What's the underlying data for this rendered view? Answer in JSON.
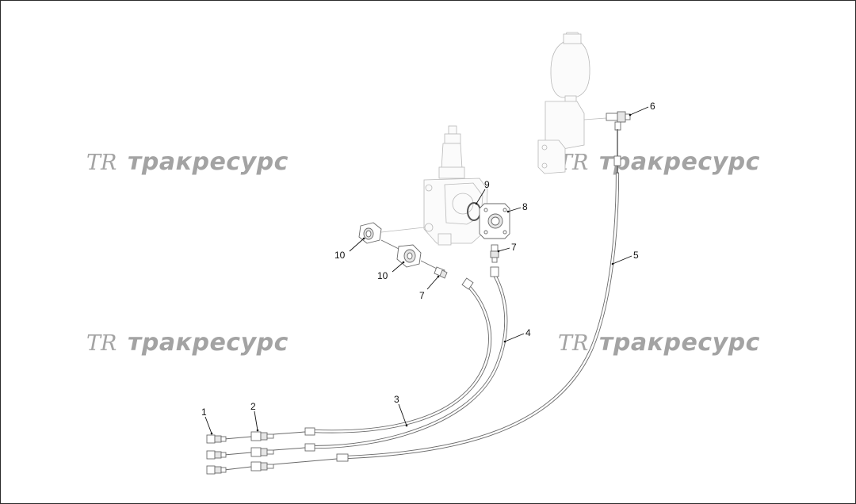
{
  "watermark": {
    "logo": "TR",
    "text": "тракресурс"
  },
  "callouts": {
    "c1": "1",
    "c2": "2",
    "c3": "3",
    "c4": "4",
    "c5": "5",
    "c6": "6",
    "c7a": "7",
    "c7b": "7",
    "c8": "8",
    "c9": "9",
    "c10a": "10",
    "c10b": "10"
  }
}
